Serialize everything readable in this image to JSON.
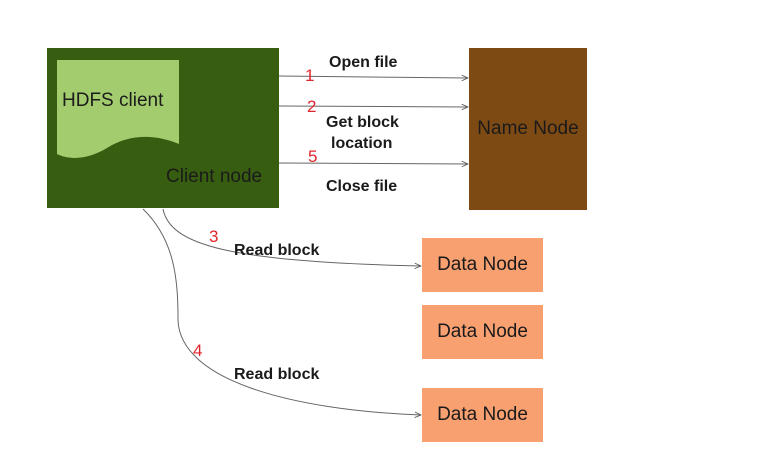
{
  "nodes": {
    "client_node": "Client node",
    "hdfs_client": "HDFS client",
    "name_node": "Name Node",
    "data_node_1": "Data Node",
    "data_node_2": "Data Node",
    "data_node_3": "Data Node"
  },
  "edges": [
    {
      "step": "1",
      "label": "Open file"
    },
    {
      "step": "2",
      "label_line1": "Get block",
      "label_line2": "location"
    },
    {
      "step": "5",
      "label": "Close file"
    },
    {
      "step": "3",
      "label": "Read block"
    },
    {
      "step": "4",
      "label": "Read block"
    }
  ],
  "colors": {
    "client_node": "#375d10",
    "hdfs_client": "#a3cc6e",
    "name_node": "#7d4a14",
    "data_node": "#f9a071",
    "step_number": "#e0262c"
  }
}
